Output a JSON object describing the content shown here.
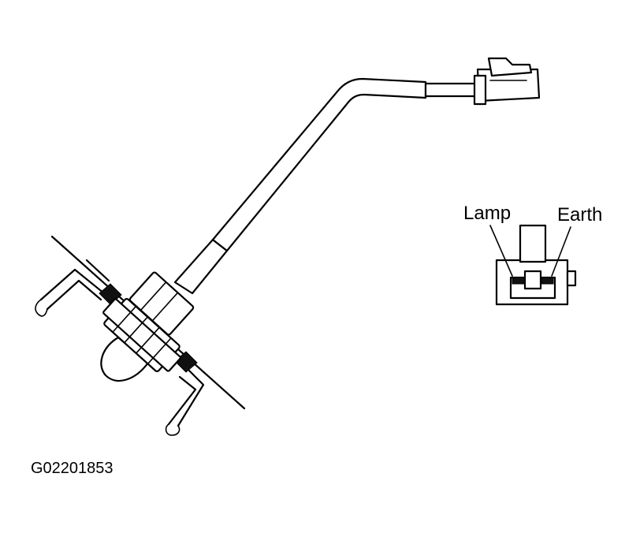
{
  "diagram": {
    "figure_id": "G02201853",
    "labels": {
      "lamp": "Lamp",
      "earth": "Earth"
    },
    "colors": {
      "ink": "#000000",
      "paper": "#ffffff"
    }
  }
}
